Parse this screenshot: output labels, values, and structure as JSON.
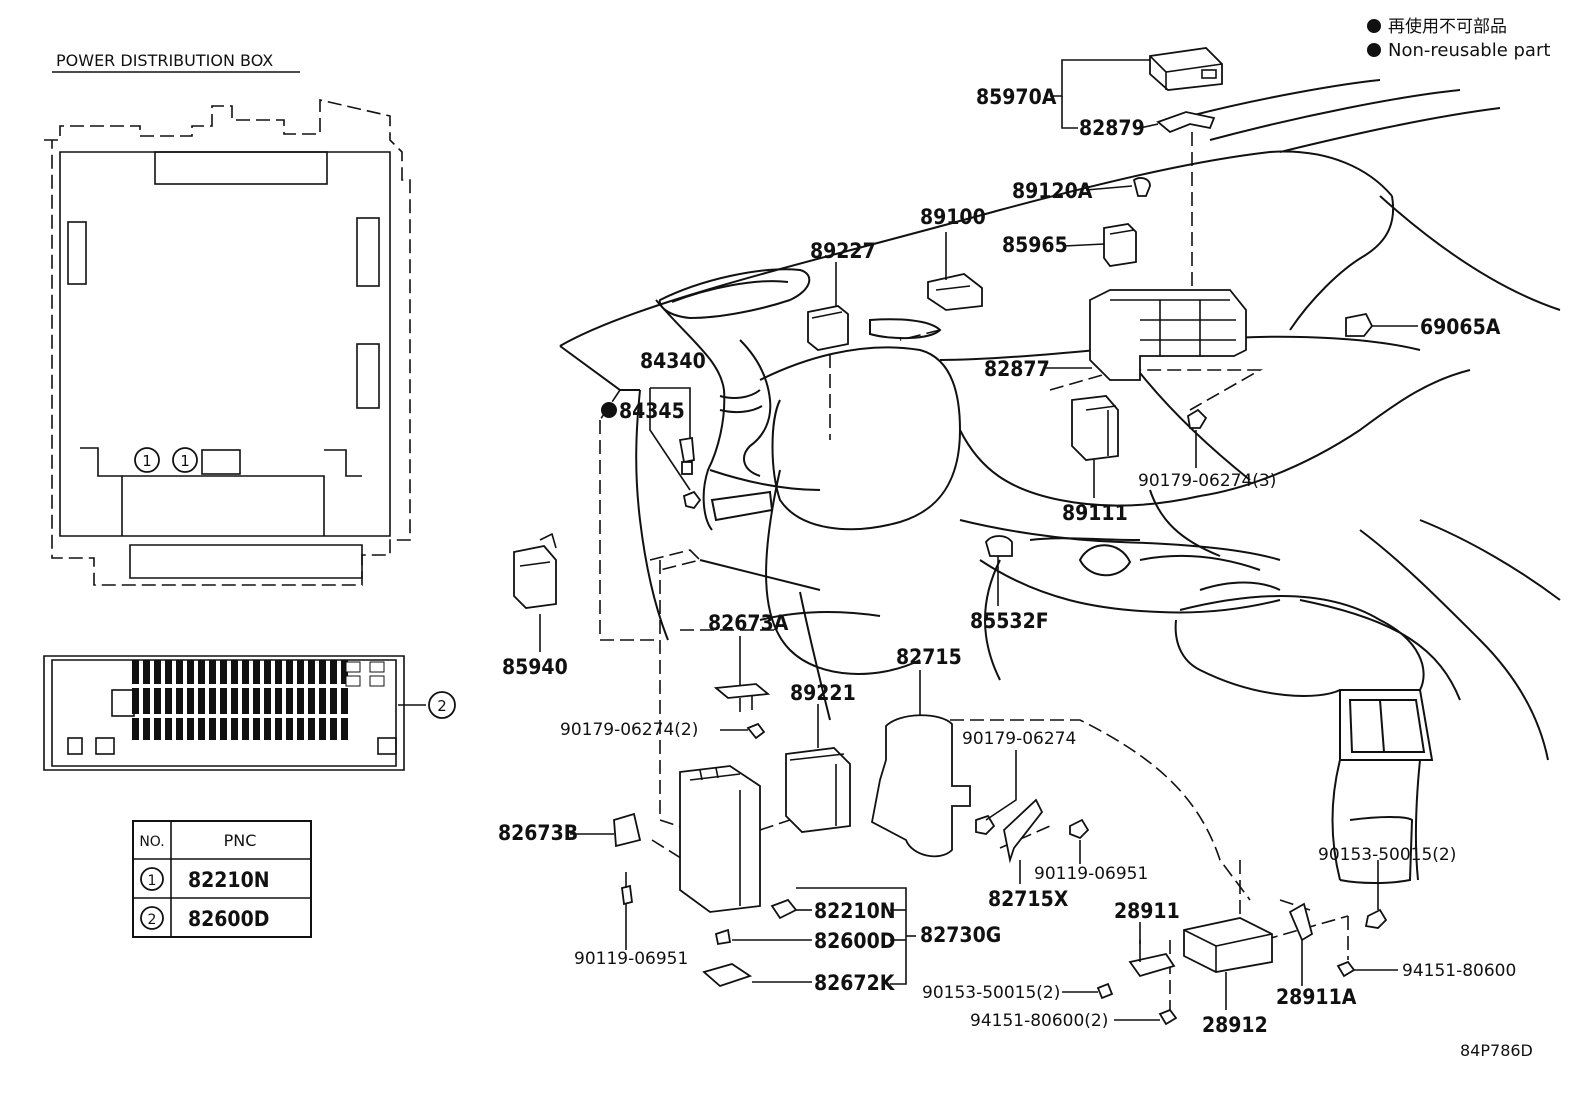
{
  "box_title": "POWER DISTRIBUTION BOX",
  "legend": {
    "jp": "再使用不可部品",
    "en": "Non-reusable part"
  },
  "circle_labels": [
    "1",
    "1",
    "2"
  ],
  "pnc_table": {
    "headers": [
      "NO.",
      "PNC"
    ],
    "rows": [
      {
        "no": "1",
        "pnc": "82210N"
      },
      {
        "no": "2",
        "pnc": "82600D"
      }
    ]
  },
  "parts": {
    "p85970A": "85970A",
    "p82879": "82879",
    "p89120A": "89120A",
    "p89100": "89100",
    "p85965": "85965",
    "p89227": "89227",
    "p69065A": "69065A",
    "p84340": "84340",
    "p84345": "84345",
    "p82877": "82877",
    "p90179_3": "90179-06274(3)",
    "p89111": "89111",
    "p85532F": "85532F",
    "p82673A": "82673A",
    "p85940": "85940",
    "p82715": "82715",
    "p89221": "89221",
    "p90179_2": "90179-06274(2)",
    "p90179": "90179-06274",
    "p90153_2a": "90153-50015(2)",
    "p82673B": "82673B",
    "p90119a": "90119-06951",
    "p82715X": "82715X",
    "p28911": "28911",
    "p82210N": "82210N",
    "p82730G": "82730G",
    "p82600D": "82600D",
    "p90119b": "90119-06951",
    "p82672K": "82672K",
    "p90153_2b": "90153-50015(2)",
    "p94151_2": "94151-80600(2)",
    "p28912": "28912",
    "p28911A": "28911A",
    "p94151": "94151-80600"
  },
  "diagram_id": "84P786D"
}
